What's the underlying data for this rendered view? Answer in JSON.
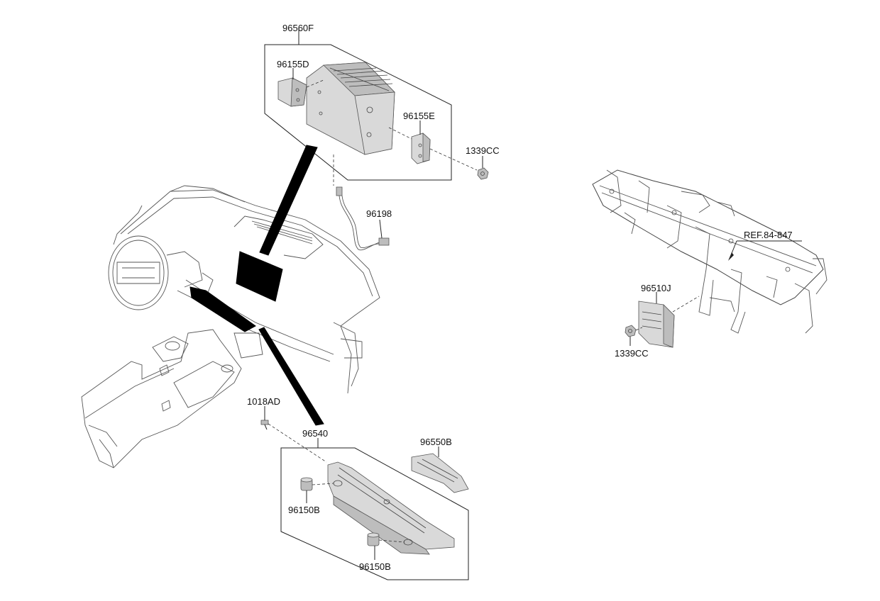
{
  "labels": {
    "audio_assembly": "96560F",
    "bracket_left": "96155D",
    "bracket_right": "96155E",
    "nut_top": "1339CC",
    "cable": "96198",
    "frame_ref": "REF.84-847",
    "amplifier": "96510J",
    "nut_right": "1339CC",
    "screw": "1018AD",
    "switch_assembly": "96540",
    "cover": "96550B",
    "knob_left": "96150B",
    "knob_bottom": "96150B"
  }
}
